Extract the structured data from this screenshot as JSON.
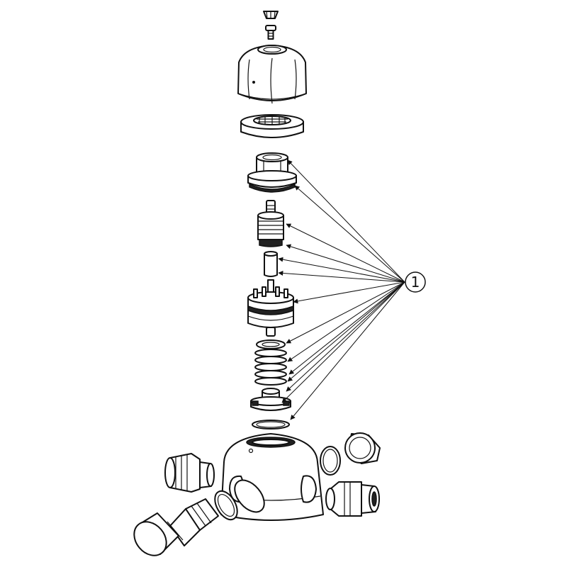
{
  "callout": {
    "label": "1",
    "target_count": 14
  },
  "parts": [
    "cap-insert",
    "screw",
    "handwheel",
    "locking-ring",
    "bonnet-nut",
    "spindle",
    "spindle-sleeve",
    "piston-assembly",
    "washer",
    "spring",
    "diaphragm-seat",
    "o-ring",
    "valve-body",
    "union-end-left",
    "union-end-right",
    "union-end-back",
    "union-end-front",
    "end-cap-front",
    "seal-ring-back",
    "seal-ring-front"
  ],
  "colors": {
    "line": "#111111",
    "fill": "#ffffff",
    "dark": "#222222"
  }
}
